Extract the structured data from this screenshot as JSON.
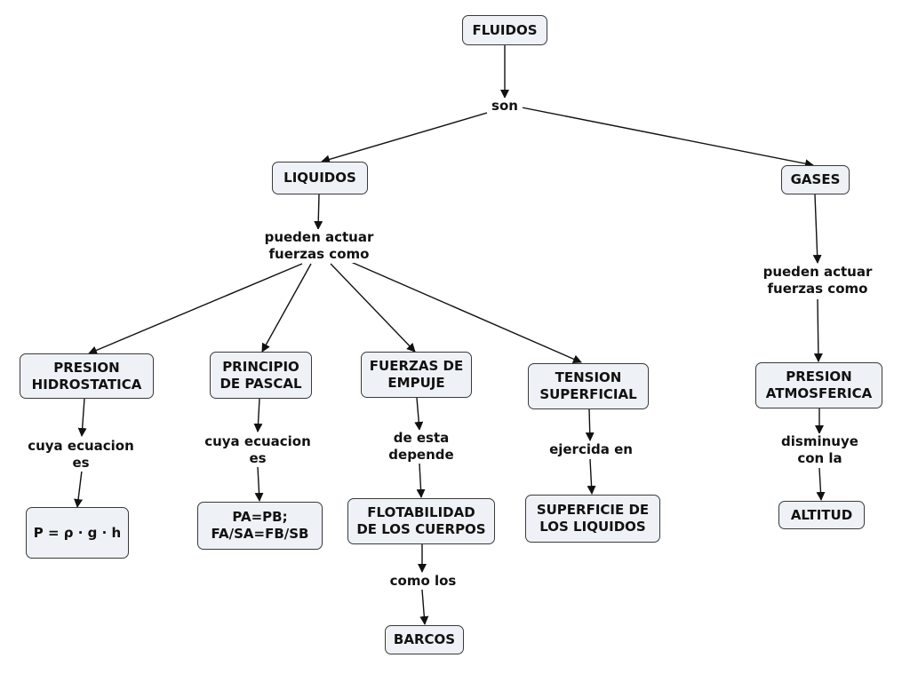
{
  "nodes": {
    "fluidos": "FLUIDOS",
    "liquidos": "LIQUIDOS",
    "gases": "GASES",
    "presion_hidrostatica": "PRESION\nHIDROSTATICA",
    "principio_pascal": "PRINCIPIO\nDE PASCAL",
    "fuerzas_empuje": "FUERZAS DE\nEMPUJE",
    "tension_superficial": "TENSION\nSUPERFICIAL",
    "presion_atmosferica": "PRESION\nATMOSFERICA",
    "formula_hidrostatica": "P = ρ · g · h",
    "formula_pascal": "PA=PB;\nFA/SA=FB/SB",
    "flotabilidad": "FLOTABILIDAD\nDE LOS CUERPOS",
    "superficie_liquidos": "SUPERFICIE DE\nLOS LIQUIDOS",
    "altitud": "ALTITUD",
    "barcos": "BARCOS"
  },
  "links": {
    "son": "son",
    "liquidos_fuerzas": "pueden actuar\nfuerzas como",
    "gases_fuerzas": "pueden actuar\nfuerzas como",
    "hidro_ecuacion": "cuya ecuacion\nes",
    "pascal_ecuacion": "cuya ecuacion\nes",
    "empuje_depende": "de esta\ndepende",
    "tension_ejercida": "ejercida en",
    "atmos_disminuye": "disminuye\ncon la",
    "flot_como": "como los"
  },
  "colors": {
    "node_fill": "#eef2f6",
    "node_border": "#3a3a3a",
    "edge": "#111111"
  }
}
